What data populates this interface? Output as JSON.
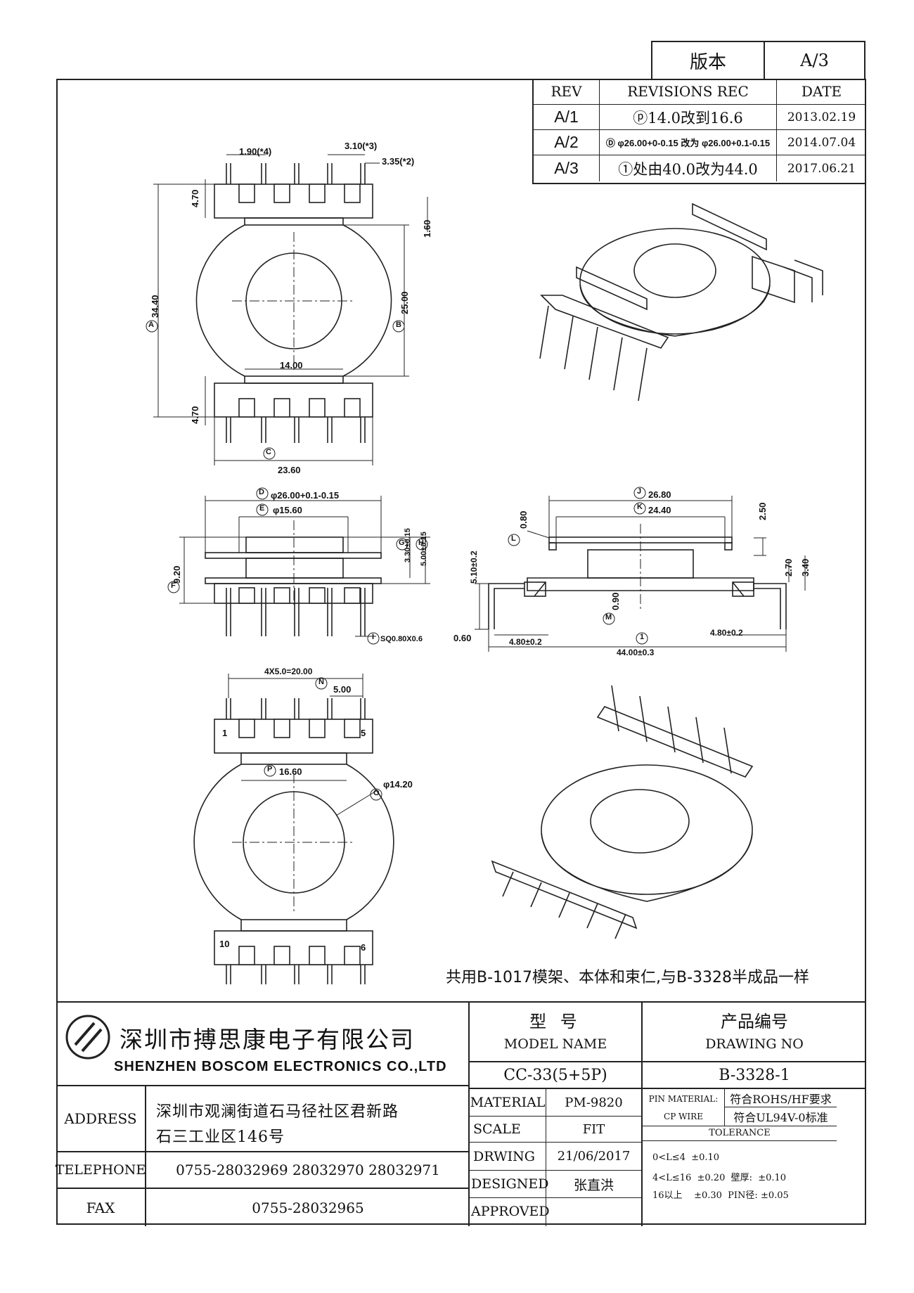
{
  "version_box": {
    "label": "版本",
    "value": "A/3"
  },
  "revisions": {
    "headers": {
      "rev": "REV",
      "rec": "REVISIONS REC",
      "date": "DATE"
    },
    "rows": [
      {
        "rev": "A/1",
        "rec": "ⓟ14.0改到16.6",
        "date": "2013.02.19"
      },
      {
        "rev": "A/2",
        "rec": "Ⓓ φ26.00+0-0.15 改为 φ26.00+0.1-0.15",
        "date": "2014.07.04"
      },
      {
        "rev": "A/3",
        "rec": "①处由40.0改为44.0",
        "date": "2017.06.21"
      }
    ]
  },
  "dimensions": {
    "pitch_top": "1.90(*4)",
    "d310": "3.10(*3)",
    "d335": "3.35(*2)",
    "d470a": "4.70",
    "d160": "1.60",
    "d3440": "34.40",
    "d2500": "25.00",
    "d1400": "14.00",
    "d470b": "4.70",
    "d2360": "23.60",
    "d2600": "φ26.00+0.1-0.15",
    "d1560": "φ15.60",
    "d330": "3.30±0.15",
    "d500": "5.00±0.15",
    "d920": "9.20",
    "sq": "SQ0.80X0.6",
    "d2680": "26.80",
    "d2440": "24.40",
    "d080": "0.80",
    "d250": "2.50",
    "d510": "5.10±0.2",
    "d270": "2.70",
    "d340": "3.40",
    "d090": "0.90",
    "d060": "0.60",
    "d480a": "4.80±0.2",
    "d480b": "4.80±0.2",
    "d4400": "44.00±0.3",
    "d4x5": "4X5.0=20.00",
    "d5": "5.00",
    "d1660": "16.60",
    "d1420": "φ14.20",
    "pin1": "1",
    "pin5": "5",
    "pin10": "10",
    "pin6": "6",
    "markA": "A",
    "markB": "B",
    "markC": "C",
    "markD": "D",
    "markE": "E",
    "markF": "F",
    "markG": "G",
    "markH": "H",
    "markI": "I",
    "markJ": "J",
    "markK": "K",
    "markL": "L",
    "markM": "M",
    "markN": "N",
    "markO": "O",
    "markP": "P",
    "mark1": "1"
  },
  "note": "共用B-1017模架、本体和束仁,与B-3328半成品一样",
  "title_block": {
    "company_cn": "深圳市搏思康电子有限公司",
    "company_en": "SHENZHEN BOSCOM ELECTRONICS CO.,LTD",
    "model_label_cn": "型  号",
    "model_label_en": "MODEL NAME",
    "drawing_label_cn": "产品编号",
    "drawing_label_en": "DRAWING NO",
    "model_value": "CC-33(5+5P)",
    "drawing_value": "B-3328-1",
    "address_label": "ADDRESS",
    "address_line1": "深圳市观澜街道石马径社区君新路",
    "address_line2": "石三工业区146号",
    "telephone_label": "TELEPHONE",
    "telephone_value": "0755-28032969 28032970 28032971",
    "fax_label": "FAX",
    "fax_value": "0755-28032965",
    "material_label": "MATERIAL",
    "material_value": "PM-9820",
    "scale_label": "SCALE",
    "scale_value": "FIT",
    "drwing_label": "DRWING",
    "drwing_value": "21/06/2017",
    "designed_label": "DESIGNED",
    "designed_value": "张直洪",
    "approved_label": "APPROVED",
    "approved_value": "",
    "pin_material_label": "PIN MATERIAL:",
    "pin_material_value": "符合ROHS/HF要求",
    "cp_wire_label": "CP WIRE",
    "cp_wire_value": "符合UL94V-0标准",
    "tolerance_label": "TOLERANCE",
    "tol_line1": "0<L≤4  ±0.10",
    "tol_line2": "4<L≤16  ±0.20  壁厚:  ±0.10",
    "tol_line3": "16以上    ±0.30  PIN径: ±0.05"
  }
}
